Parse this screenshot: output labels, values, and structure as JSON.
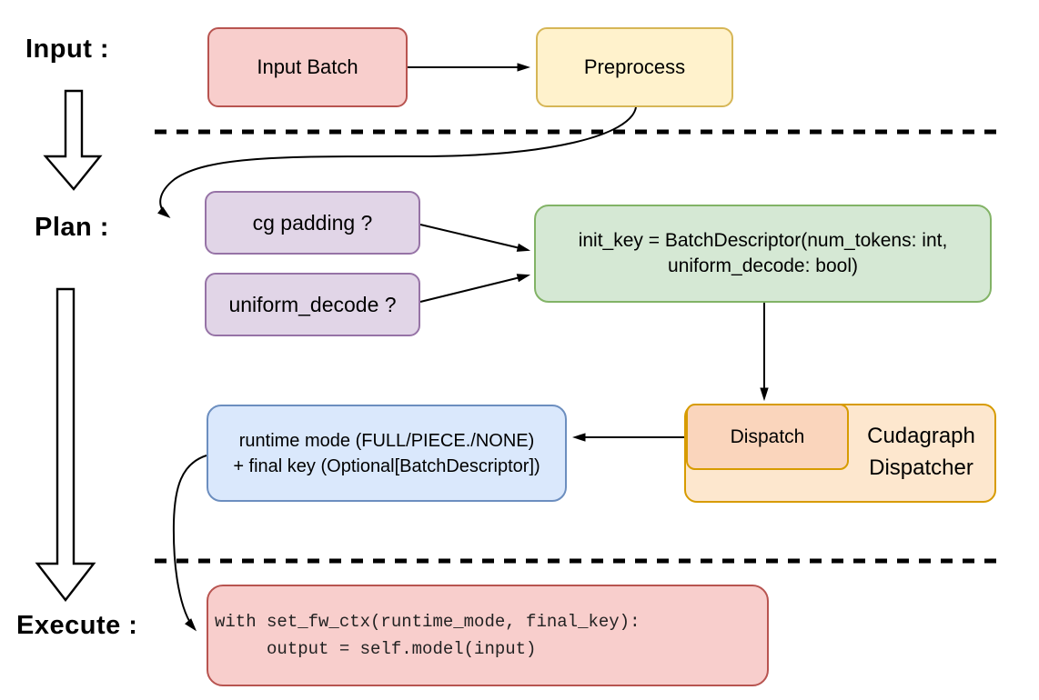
{
  "stage_labels": {
    "input": "Input :",
    "plan": "Plan :",
    "execute": "Execute :"
  },
  "nodes": {
    "input_batch": "Input Batch",
    "preprocess": "Preprocess",
    "cg_padding": "cg padding ?",
    "uniform_decode": "uniform_decode ?",
    "init_key": {
      "line1": "init_key = BatchDescriptor(num_tokens: int,",
      "line2": "uniform_decode: bool)"
    },
    "dispatch": "Dispatch",
    "cudagraph_dispatcher": {
      "line1": "Cudagraph",
      "line2": "Dispatcher"
    },
    "runtime_mode": {
      "line1": "runtime mode (FULL/PIECE./NONE)",
      "line2": "+ final key (Optional[BatchDescriptor])"
    },
    "execute_code": {
      "line1": "with set_fw_ctx(runtime_mode, final_key):",
      "line2": "     output = self.model(input)"
    }
  },
  "colors": {
    "red_fill": "#F8CECC",
    "red_stroke": "#B85450",
    "yellow_fill": "#FFF2CC",
    "yellow_stroke": "#D6B656",
    "purple_fill": "#E1D5E7",
    "purple_stroke": "#9673A6",
    "green_fill": "#D5E8D4",
    "green_stroke": "#82B366",
    "blue_fill": "#DAE8FC",
    "blue_stroke": "#6C8EBF",
    "orange_outer_fill": "#FDE7CE",
    "orange_inner_fill": "#FAD5BC",
    "orange_stroke": "#D79B00",
    "edge_color": "#000000",
    "code_text": "#222222"
  }
}
